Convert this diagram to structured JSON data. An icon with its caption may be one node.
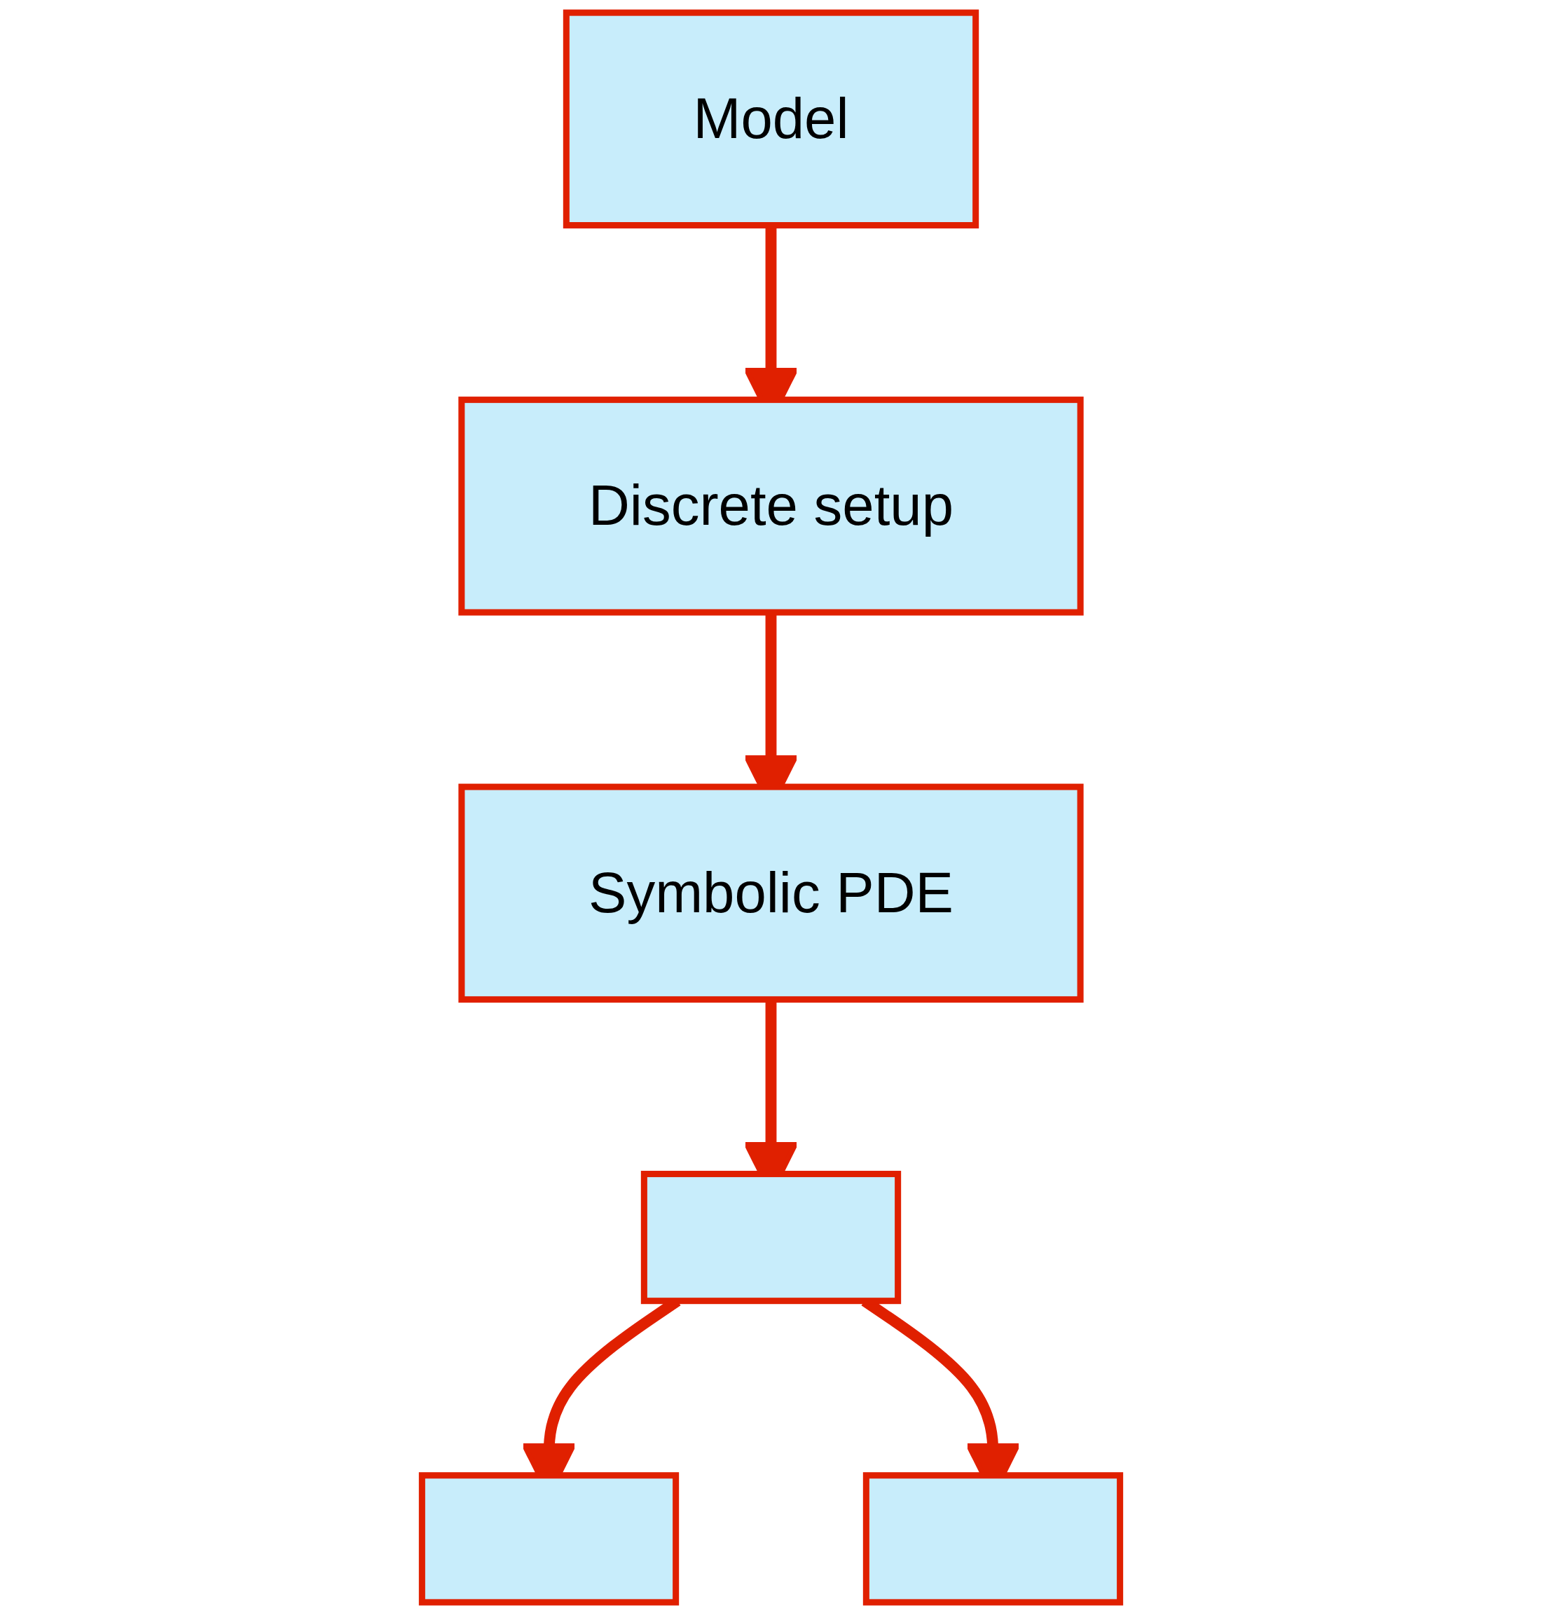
{
  "diagram": {
    "nodes": [
      {
        "text": [
          "Model"
        ]
      },
      {
        "text": [
          "Discrete setup"
        ]
      },
      {
        "text": [
          "Symbolic PDE"
        ]
      },
      {
        "text": [],
        "shape": "box"
      },
      {
        "text": [],
        "shape": "box"
      },
      {
        "text": [],
        "shape": "box"
      }
    ],
    "edges": [
      {
        "from": 0,
        "to": 1,
        "arrow": "to"
      },
      {
        "from": 1,
        "to": 2,
        "arrow": "to"
      },
      {
        "from": 2,
        "to": 3,
        "arrow": "to"
      },
      {
        "from": 3,
        "to": 4,
        "arrow": "to"
      },
      {
        "from": 3,
        "to": 5,
        "arrow": "to"
      }
    ]
  }
}
